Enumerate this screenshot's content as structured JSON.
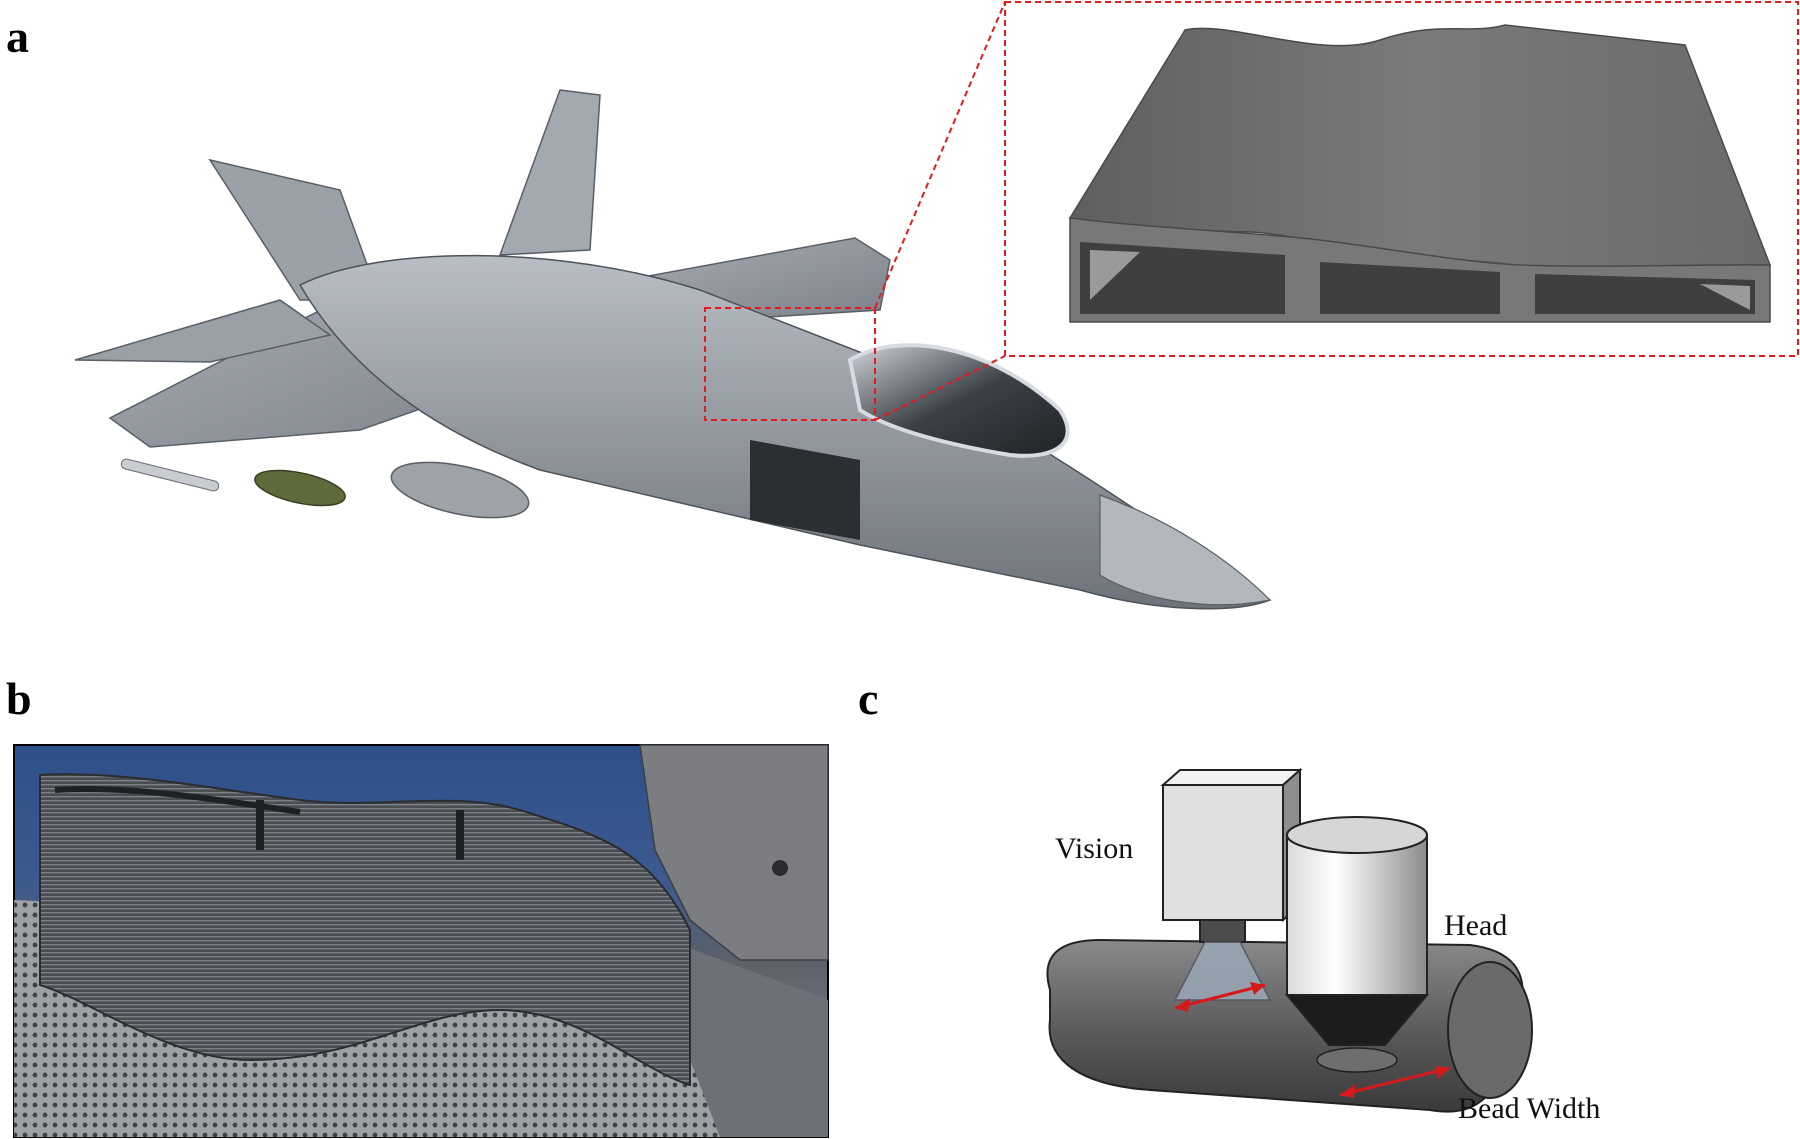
{
  "panels": {
    "a": {
      "label": "a"
    },
    "b": {
      "label": "b"
    },
    "c": {
      "label": "c"
    }
  },
  "callouts": {
    "vision": "Vision",
    "head": "Head",
    "bead_width": "Bead Width"
  },
  "colors": {
    "zoom_box": "#e41a1c",
    "bead_arrow": "#d7191c",
    "aircraft": "#8f949c",
    "part": "#6b6b6b"
  }
}
